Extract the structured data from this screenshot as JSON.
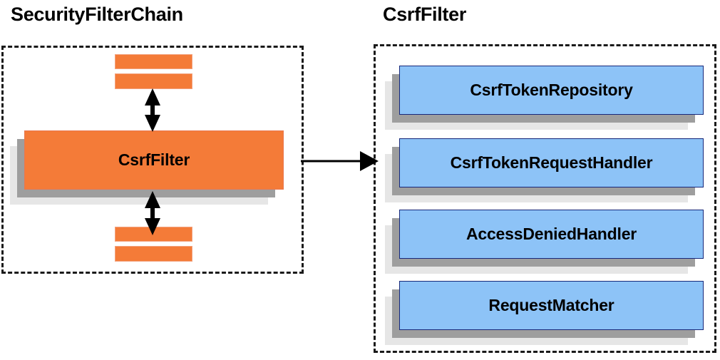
{
  "diagram": {
    "type": "component-diagram",
    "background_color": "#ffffff",
    "panels": [
      {
        "id": "security-filter-chain",
        "title": "SecurityFilterChain",
        "border_style": "dashed",
        "border_color": "#1a1a1a"
      },
      {
        "id": "csrf-filter",
        "title": "CsrfFilter",
        "border_style": "dashed",
        "border_color": "#1a1a1a"
      }
    ]
  },
  "left_panel": {
    "title": "SecurityFilterChain",
    "top_bars": [
      {
        "label": "",
        "color": "#f47b38"
      },
      {
        "label": "",
        "color": "#f47b38"
      }
    ],
    "main_component": {
      "label": "CsrfFilter",
      "fill_color": "#f47b38",
      "border_color": "#e8774f",
      "shadow_mid_color": "#9e9e9e",
      "shadow_back_color": "#e6e6e6"
    },
    "bottom_bars": [
      {
        "label": "",
        "color": "#f47b38"
      },
      {
        "label": "",
        "color": "#f47b38"
      }
    ],
    "connectors": [
      {
        "name": "top-double-arrow",
        "kind": "double-arrow",
        "orientation": "vertical"
      },
      {
        "name": "bottom-double-arrow",
        "kind": "double-arrow",
        "orientation": "vertical"
      }
    ]
  },
  "right_panel": {
    "title": "CsrfFilter",
    "components": [
      {
        "label": "CsrfTokenRepository",
        "fill_color": "#8dc3f7",
        "border_color": "#17287a"
      },
      {
        "label": "CsrfTokenRequestHandler",
        "fill_color": "#8dc3f7",
        "border_color": "#17287a"
      },
      {
        "label": "AccessDeniedHandler",
        "fill_color": "#8dc3f7",
        "border_color": "#17287a"
      },
      {
        "label": "RequestMatcher",
        "fill_color": "#8dc3f7",
        "border_color": "#17287a"
      }
    ]
  },
  "cross_connector": {
    "name": "expands-into-arrow",
    "kind": "single-arrow",
    "orientation": "horizontal",
    "from": "CsrfFilter",
    "to": "CsrfFilter detail panel",
    "color": "#000000"
  }
}
